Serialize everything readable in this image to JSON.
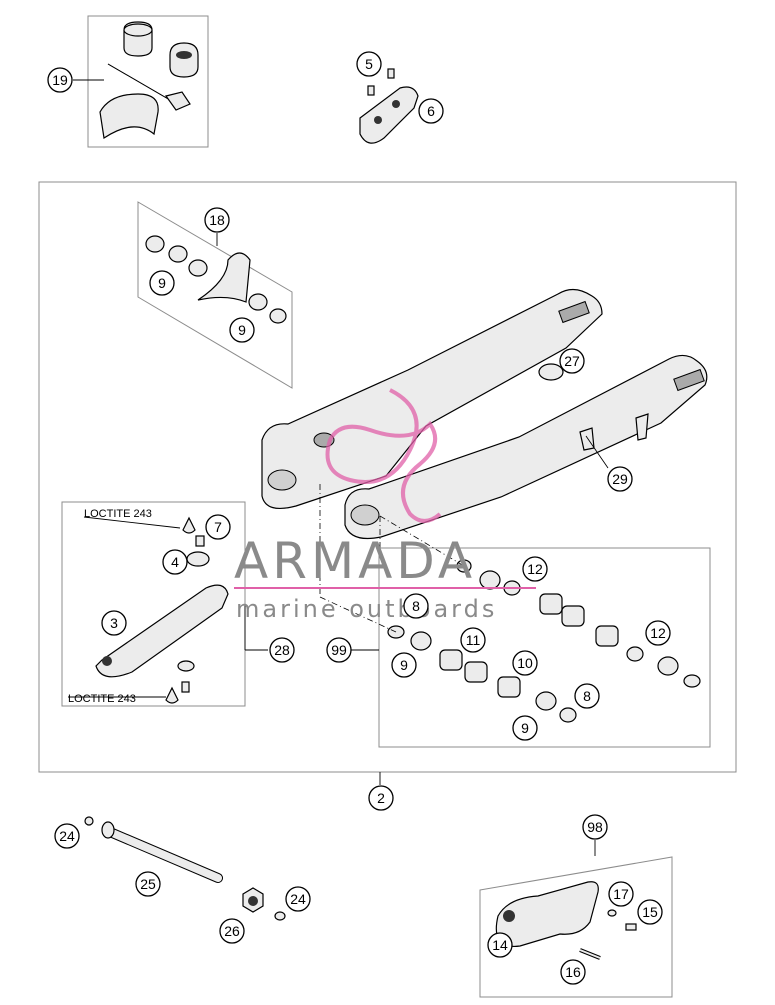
{
  "diagram": {
    "callouts": [
      {
        "id": "c19",
        "label": "19"
      },
      {
        "id": "c5",
        "label": "5"
      },
      {
        "id": "c6",
        "label": "6"
      },
      {
        "id": "c18",
        "label": "18"
      },
      {
        "id": "c9a",
        "label": "9"
      },
      {
        "id": "c9b",
        "label": "9"
      },
      {
        "id": "c27",
        "label": "27"
      },
      {
        "id": "c29",
        "label": "29"
      },
      {
        "id": "c7",
        "label": "7"
      },
      {
        "id": "c4",
        "label": "4"
      },
      {
        "id": "c3",
        "label": "3"
      },
      {
        "id": "c28",
        "label": "28"
      },
      {
        "id": "c12a",
        "label": "12"
      },
      {
        "id": "c8a",
        "label": "8"
      },
      {
        "id": "c99",
        "label": "99"
      },
      {
        "id": "c11",
        "label": "11"
      },
      {
        "id": "c12b",
        "label": "12"
      },
      {
        "id": "c9c",
        "label": "9"
      },
      {
        "id": "c10",
        "label": "10"
      },
      {
        "id": "c8b",
        "label": "8"
      },
      {
        "id": "c9d",
        "label": "9"
      },
      {
        "id": "c2",
        "label": "2"
      },
      {
        "id": "c24a",
        "label": "24"
      },
      {
        "id": "c98",
        "label": "98"
      },
      {
        "id": "c25",
        "label": "25"
      },
      {
        "id": "c24b",
        "label": "24"
      },
      {
        "id": "c17",
        "label": "17"
      },
      {
        "id": "c15",
        "label": "15"
      },
      {
        "id": "c26",
        "label": "26"
      },
      {
        "id": "c14",
        "label": "14"
      },
      {
        "id": "c16",
        "label": "16"
      }
    ],
    "loctite_labels": [
      "LOCTITE 243",
      "LOCTITE 243"
    ]
  },
  "watermark": {
    "brand": "ARMADA",
    "tagline": "marine outboards",
    "accent_color": "#e060a8",
    "text_color": "#8a8a8a"
  }
}
